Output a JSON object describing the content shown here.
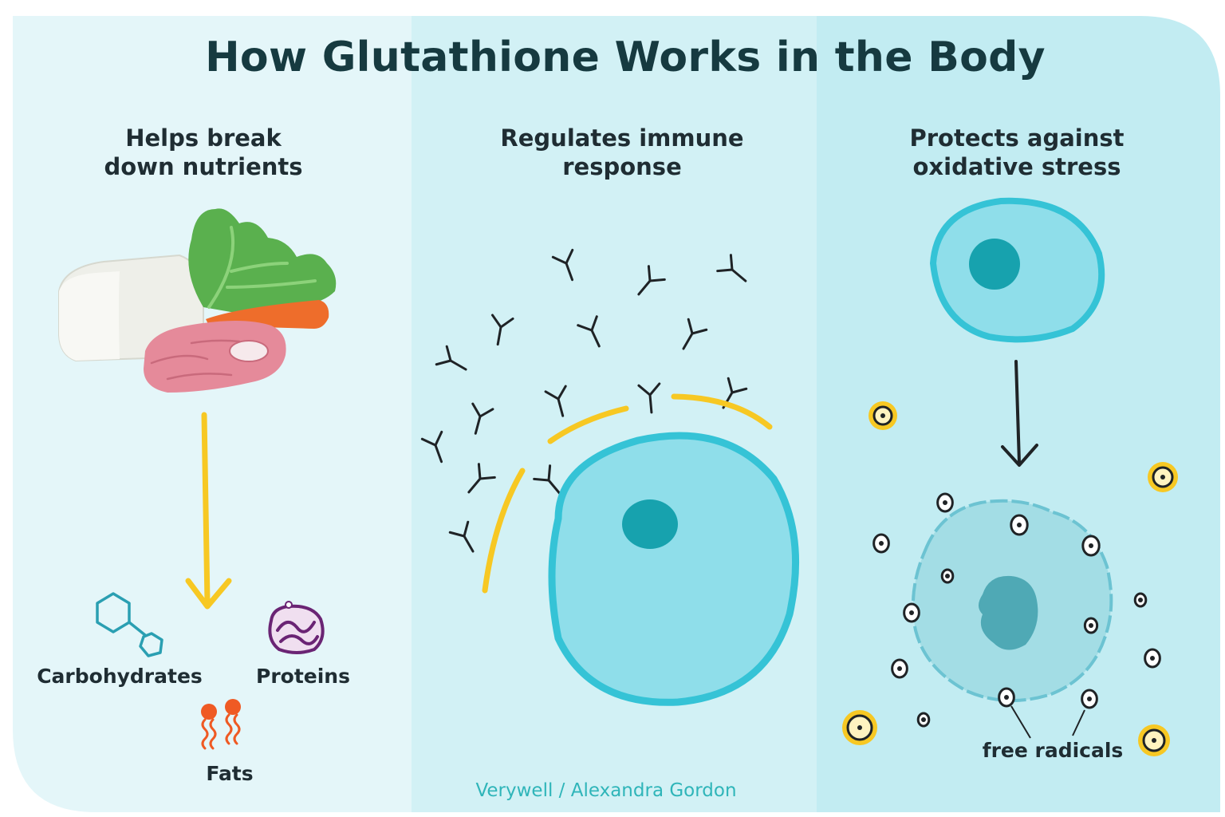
{
  "title": "How Glutathione Works in the Body",
  "columns": [
    {
      "heading_line1": "Helps break",
      "heading_line2": "down nutrients"
    },
    {
      "heading_line1": "Regulates immune",
      "heading_line2": "response"
    },
    {
      "heading_line1": "Protects against",
      "heading_line2": "oxidative stress"
    }
  ],
  "nutrients": {
    "carbohydrates": "Carbohydrates",
    "proteins": "Proteins",
    "fats": "Fats"
  },
  "free_radicals_label": "free radicals",
  "credit": "Verywell / Alexandra Gordon",
  "colors": {
    "background_left": "#e4f6f9",
    "background_mid": "#d2f1f5",
    "background_right": "#c2ecf2",
    "title_text": "#163a40",
    "cell_fill": "#8fdeea",
    "cell_outline": "#35c3d6",
    "nucleus": "#17a2ae",
    "arrow_yellow": "#f7c823",
    "carrot": "#ee6d2b",
    "greens": "#5ab04e",
    "meat": "#e58a9a",
    "protein_purple": "#6a2474",
    "fat_orange": "#ef5a24",
    "carb_teal": "#2a9fb2",
    "credit_text": "#2fb5b9"
  }
}
